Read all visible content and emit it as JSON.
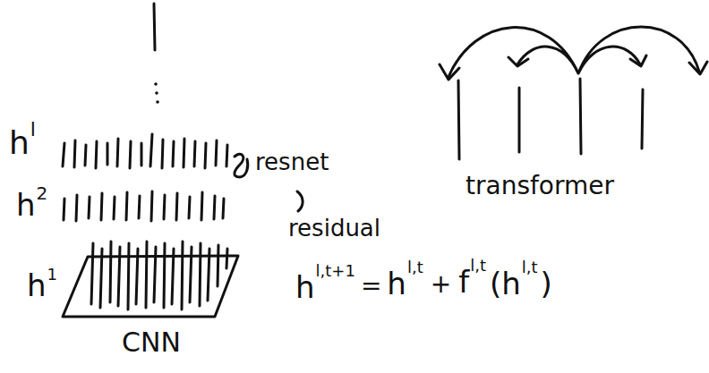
{
  "diagram": {
    "labels": [
      "h",
      "l",
      "resnet",
      "residual",
      "h",
      "2",
      "h",
      "1",
      "CNN",
      "h",
      "l,t+1",
      "=",
      "h",
      "l,t",
      "+",
      "f",
      "l,t",
      "(h",
      "l,t",
      ")",
      "transformer"
    ]
  }
}
